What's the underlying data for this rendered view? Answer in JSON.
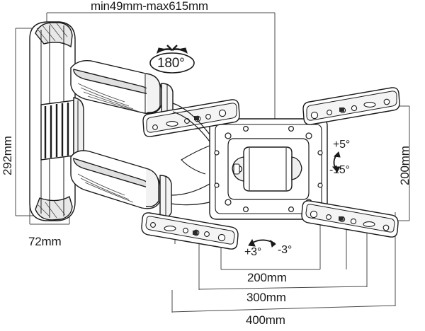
{
  "drawing": {
    "title": "TV wall mount bracket technical dimension drawing",
    "product": "full-motion articulating tv wall mount",
    "stroke_color": "#1a1a1a",
    "fill_color": "#ffffff",
    "shade_color": "#d9d9d9",
    "background": "#ffffff"
  },
  "dimensions": {
    "extension": {
      "label": "min49mm-max615mm",
      "position": "top",
      "orientation": "horizontal"
    },
    "height": {
      "label": "292mm",
      "position": "left",
      "orientation": "vertical"
    },
    "wall_plate_width": {
      "label": "72mm",
      "position": "bottom-left",
      "orientation": "horizontal"
    },
    "vesa_vertical": {
      "label": "200mm",
      "position": "right",
      "orientation": "vertical"
    },
    "vesa_horizontal_200": {
      "label": "200mm",
      "position": "bottom",
      "orientation": "horizontal"
    },
    "vesa_horizontal_300": {
      "label": "300mm",
      "position": "bottom",
      "orientation": "horizontal"
    },
    "vesa_horizontal_400": {
      "label": "400mm",
      "position": "bottom",
      "orientation": "horizontal"
    }
  },
  "angles": {
    "swivel": {
      "label": "180°",
      "badge": "ellipse-with-arrows"
    },
    "tilt_up": {
      "label": "+5°"
    },
    "tilt_down": {
      "label": "-15°"
    },
    "roll_right": {
      "label": "+3°"
    },
    "roll_left": {
      "label": "-3°"
    }
  }
}
